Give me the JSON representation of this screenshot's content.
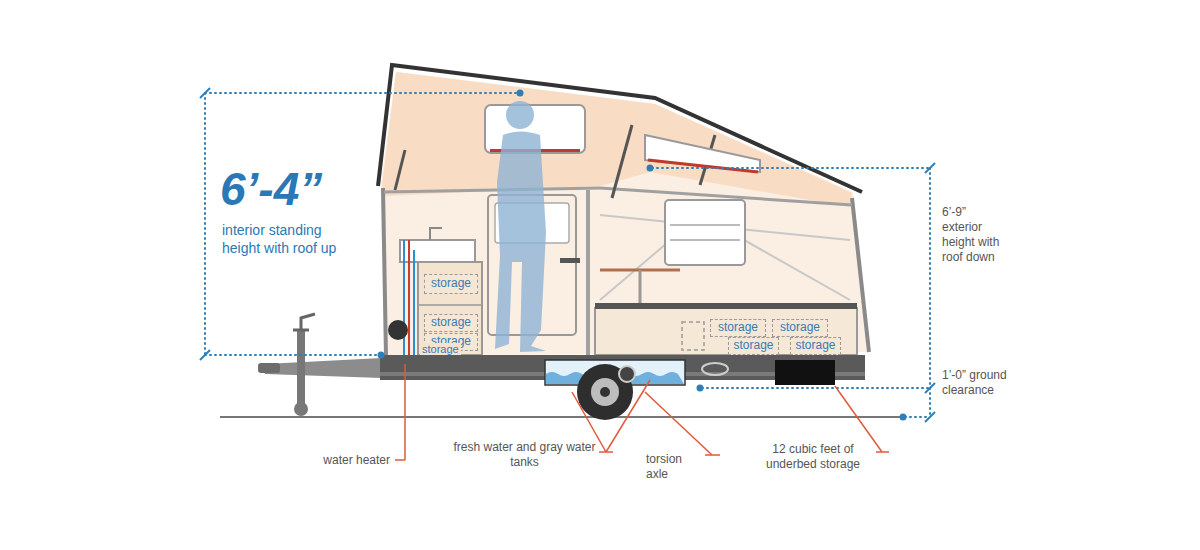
{
  "diagram": {
    "nodes": [
      {
        "text": [
          "storage"
        ]
      },
      {
        "text": [
          "storage"
        ]
      },
      {
        "text": [
          "storage"
        ]
      },
      {
        "text": [
          "storage"
        ]
      },
      {
        "text": [
          "storage"
        ]
      },
      {
        "text": [
          "storage"
        ]
      },
      {
        "text": [
          "storage"
        ]
      }
    ],
    "labels": [
      "6’-4”",
      "interior standing height with roof up",
      "6’-9” exterior height with roof down",
      "1’-0” ground clearance",
      "storage",
      "water heater",
      "fresh water and gray water tanks",
      "torsion axle",
      "12 cubic feet of underbed storage"
    ]
  }
}
